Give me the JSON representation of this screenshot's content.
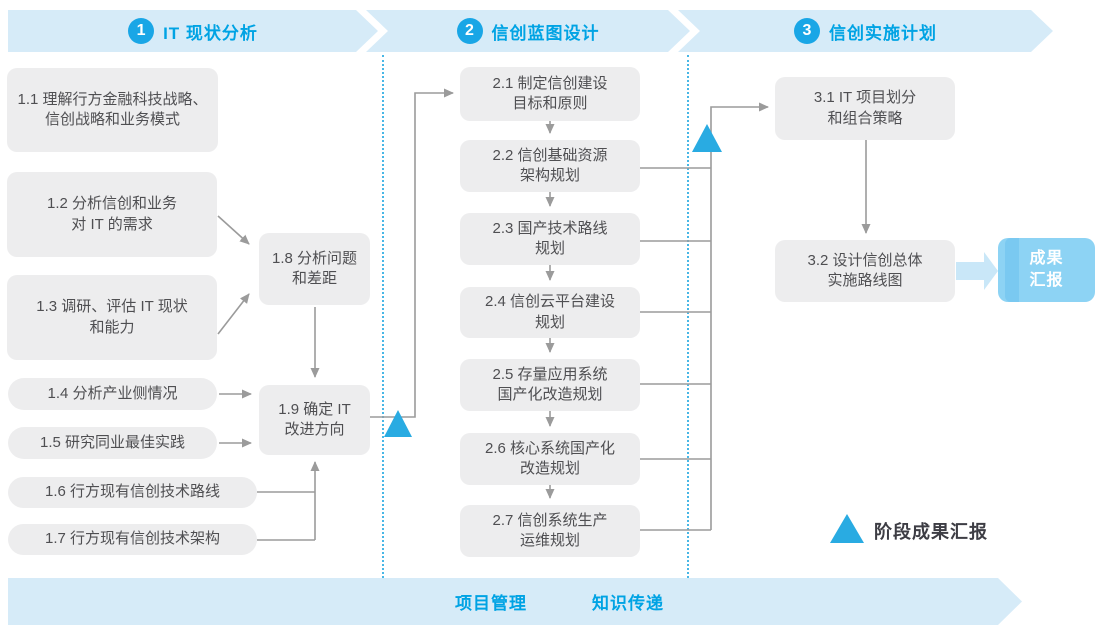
{
  "colors": {
    "accent_blue": "#00a3e4",
    "band_blue": "#d6ebf8",
    "circle_blue": "#19a6e6",
    "box_gray": "#ededee",
    "box_text": "#4f4f52",
    "connector_gray": "#9b9b9b",
    "milestone_triangle": "#29abe2",
    "result_box_blue": "#8dd3f4",
    "result_stripe_blue": "#7ac9f1",
    "block_arrow_blue": "#c9e7f8"
  },
  "phases": [
    {
      "number": "1",
      "title": "IT 现状分析",
      "steps": [
        {
          "label": "1.1 理解行方金融科技战略、\n信创战略和业务模式"
        },
        {
          "label": "1.2 分析信创和业务\n对 IT 的需求"
        },
        {
          "label": "1.3 调研、评估 IT 现状\n和能力"
        },
        {
          "label": "1.4 分析产业侧情况"
        },
        {
          "label": "1.5 研究同业最佳实践"
        },
        {
          "label": "1.6 行方现有信创技术路线"
        },
        {
          "label": "1.7 行方现有信创技术架构"
        },
        {
          "label": "1.8 分析问题\n和差距"
        },
        {
          "label": "1.9 确定 IT\n改进方向"
        }
      ]
    },
    {
      "number": "2",
      "title": "信创蓝图设计",
      "steps": [
        {
          "label": "2.1 制定信创建设\n目标和原则"
        },
        {
          "label": "2.2 信创基础资源\n架构规划"
        },
        {
          "label": "2.3 国产技术路线\n规划"
        },
        {
          "label": "2.4 信创云平台建设\n规划"
        },
        {
          "label": "2.5 存量应用系统\n国产化改造规划"
        },
        {
          "label": "2.6 核心系统国产化\n改造规划"
        },
        {
          "label": "2.7 信创系统生产\n运维规划"
        }
      ]
    },
    {
      "number": "3",
      "title": "信创实施计划",
      "steps": [
        {
          "label": "3.1 IT 项目划分\n和组合策略"
        },
        {
          "label": "3.2 设计信创总体\n实施路线图"
        }
      ]
    }
  ],
  "result_box": {
    "label": "成果\n汇报"
  },
  "legend": {
    "label": "阶段成果汇报"
  },
  "footer": {
    "items": [
      {
        "label": "项目管理"
      },
      {
        "label": "知识传递"
      }
    ]
  }
}
